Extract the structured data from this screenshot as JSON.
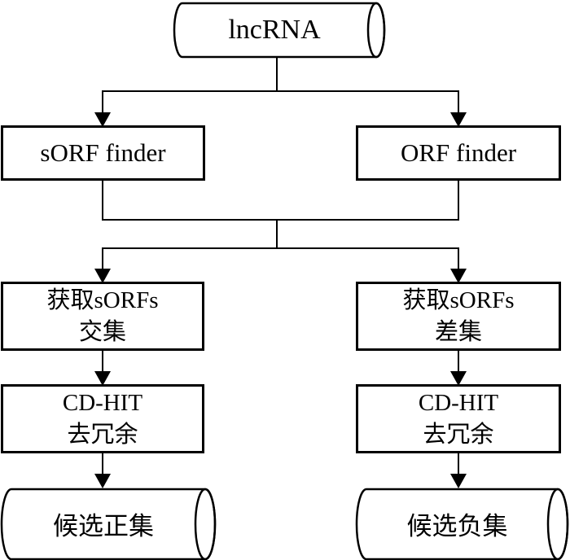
{
  "diagram": {
    "type": "flowchart",
    "colors": {
      "stroke": "#000000",
      "background": "#ffffff",
      "node_fill": "#ffffff",
      "text": "#000000"
    },
    "nodes": {
      "lncrna": {
        "shape": "cylinder",
        "label": "lncRNA"
      },
      "sorf_finder": {
        "shape": "rectangle",
        "label": "sORF finder"
      },
      "orf_finder": {
        "shape": "rectangle",
        "label": "ORF finder"
      },
      "get_sorfs_intersection": {
        "shape": "rectangle",
        "line1": "获取sORFs",
        "line2": "交集"
      },
      "get_sorfs_difference": {
        "shape": "rectangle",
        "line1": "获取sORFs",
        "line2": "差集"
      },
      "cdhit_left": {
        "shape": "rectangle",
        "line1": "CD-HIT",
        "line2": "去冗余"
      },
      "cdhit_right": {
        "shape": "rectangle",
        "line1": "CD-HIT",
        "line2": "去冗余"
      },
      "candidate_positive_set": {
        "shape": "cylinder",
        "label": "候选正集"
      },
      "candidate_negative_set": {
        "shape": "cylinder",
        "label": "候选负集"
      }
    },
    "edges": [
      {
        "from": "lncrna",
        "to": "sorf_finder"
      },
      {
        "from": "lncrna",
        "to": "orf_finder"
      },
      {
        "from": "sorf_finder",
        "to": "get_sorfs_intersection"
      },
      {
        "from": "sorf_finder",
        "to": "get_sorfs_difference"
      },
      {
        "from": "orf_finder",
        "to": "get_sorfs_intersection"
      },
      {
        "from": "orf_finder",
        "to": "get_sorfs_difference"
      },
      {
        "from": "get_sorfs_intersection",
        "to": "cdhit_left"
      },
      {
        "from": "get_sorfs_difference",
        "to": "cdhit_right"
      },
      {
        "from": "cdhit_left",
        "to": "candidate_positive_set"
      },
      {
        "from": "cdhit_right",
        "to": "candidate_negative_set"
      }
    ]
  }
}
